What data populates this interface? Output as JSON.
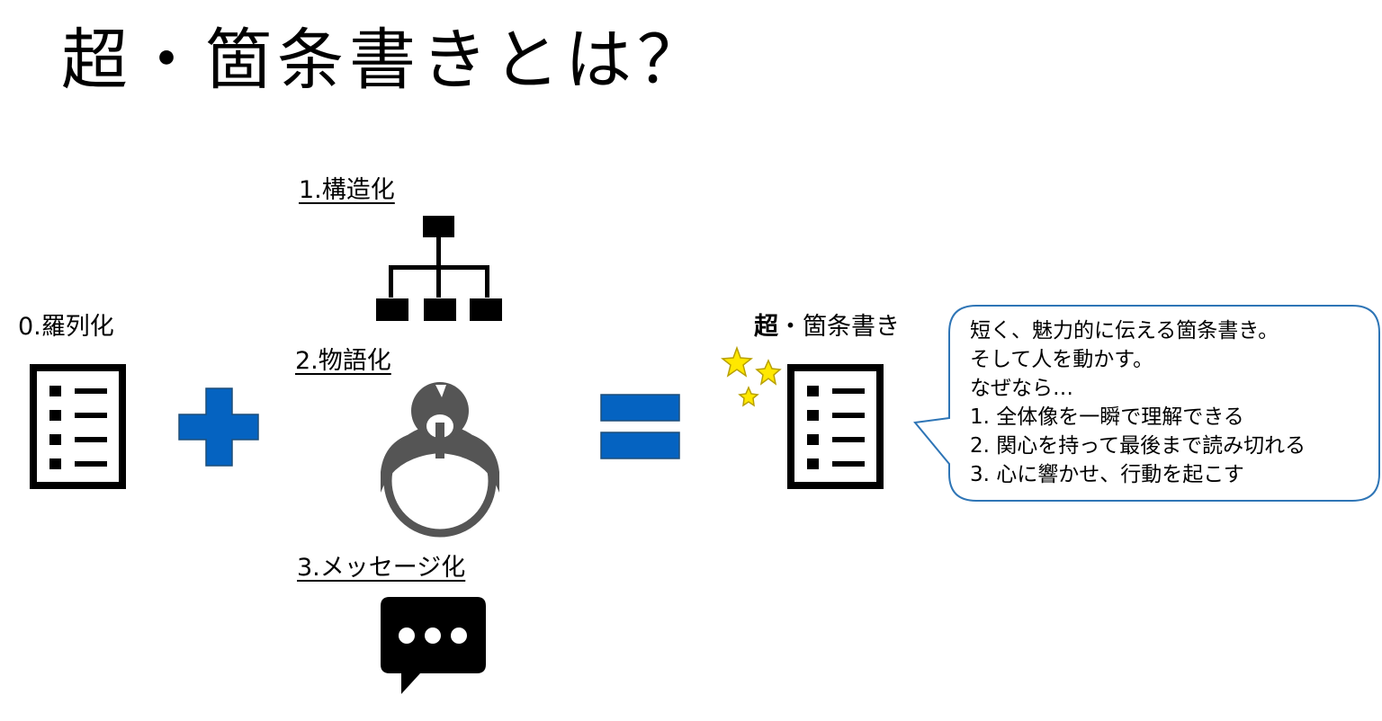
{
  "title": "超・箇条書きとは？",
  "step0": {
    "label": "0.羅列化"
  },
  "step1": {
    "label": "1.構造化"
  },
  "step2": {
    "label": "2.物語化"
  },
  "step3": {
    "label": "3.メッセージ化"
  },
  "result": {
    "label_bold": "超",
    "label_rest": "・箇条書き"
  },
  "bubble": {
    "lines": [
      "短く、魅力的に伝える箇条書き。",
      "そして人を動かす。",
      "なぜなら…",
      "1. 全体像を一瞬で理解できる",
      "2. 関心を持って最後まで読み切れる",
      "3. 心に響かせ、行動を起こす"
    ]
  },
  "colors": {
    "accent": "#0563C1",
    "icon_dark": "#000000",
    "icon_gray": "#555555",
    "star": "#FFE800",
    "bubble_border": "#2E75B6"
  },
  "icons": [
    "list-document-icon",
    "plus-icon",
    "hierarchy-icon",
    "storyteller-icon",
    "equals-icon",
    "speech-bubble-icon",
    "stars-icon"
  ]
}
